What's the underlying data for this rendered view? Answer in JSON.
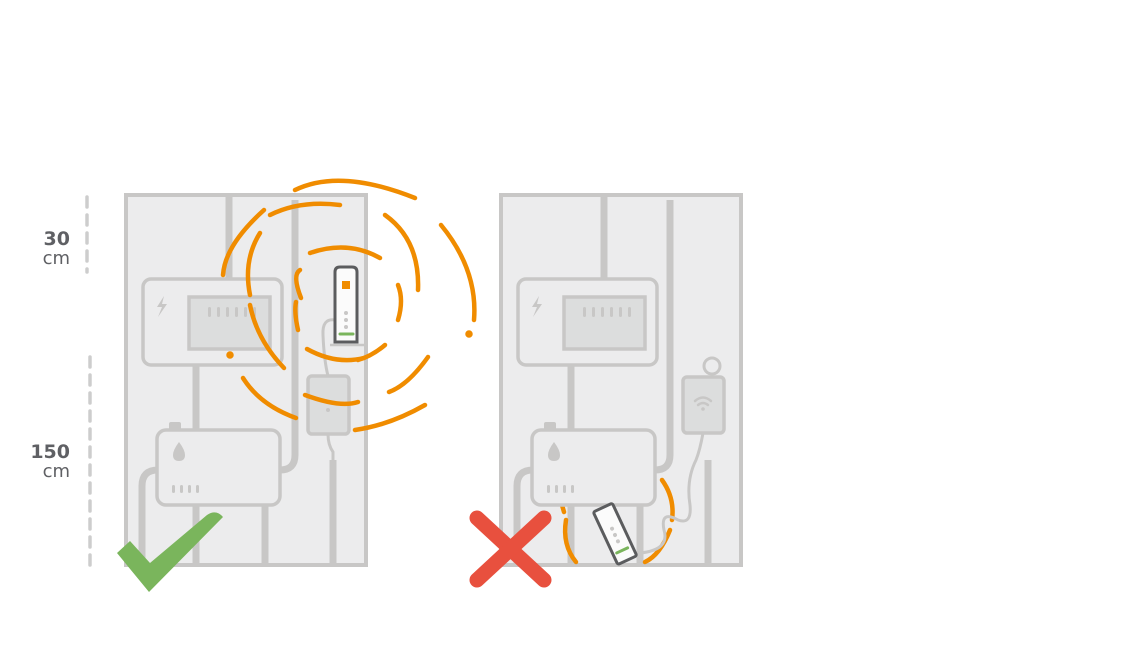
{
  "measurements": {
    "top": {
      "value": "30",
      "unit": "cm"
    },
    "bottom": {
      "value": "150",
      "unit": "cm"
    }
  },
  "panels": [
    {
      "id": "correct",
      "verdict": "check",
      "description": "Repeater mounted high on wall, away from boiler — signal radiates freely"
    },
    {
      "id": "incorrect",
      "verdict": "cross",
      "description": "Repeater hanging low behind boiler — signal blocked"
    }
  ],
  "icons": {
    "verdict_good": "check-icon",
    "verdict_bad": "cross-icon",
    "electric": "lightning-icon",
    "gas": "flame-icon",
    "wifi": "wifi-icon"
  },
  "colors": {
    "wall": "#ececed",
    "pipe": "#c8c7c6",
    "device": "#dcdddd",
    "signal": "#f08c00",
    "check": "#7ab55c",
    "cross": "#e8503e",
    "repeater_outline": "#5b5c5e",
    "led_green": "#7ab55c",
    "text": "#5f6064"
  }
}
